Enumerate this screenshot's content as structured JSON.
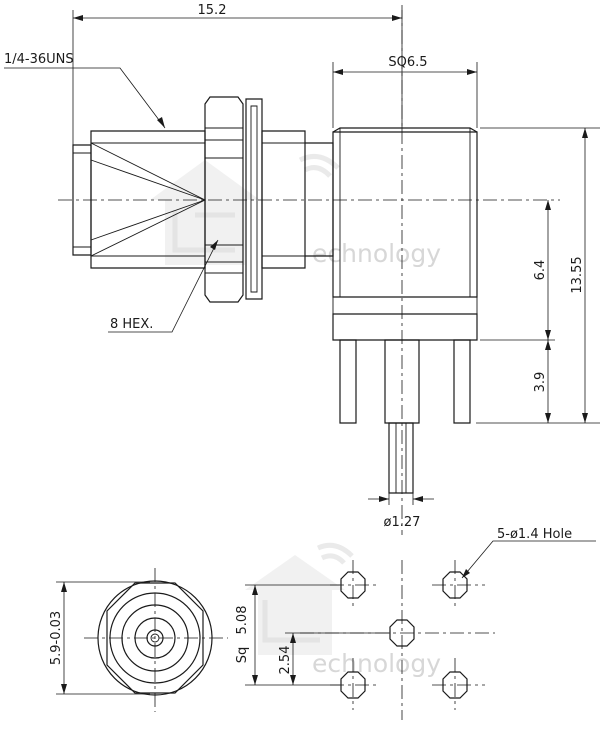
{
  "dimensions": {
    "overall_length": "15.2",
    "thread": "1/4-36UNS",
    "body_square": "SQ6.5",
    "total_height": "13.55",
    "center_height": "6.4",
    "pin_length": "3.9",
    "pin_diameter": "ø1.27",
    "hex": "8 HEX.",
    "flange": "5.9-0.03",
    "pcb_square": "5.08",
    "pcb_square_prefix": "Sq",
    "pcb_pitch": "2.54",
    "holes": "5-ø1.4 Hole"
  },
  "watermark": {
    "brand_text": "echnology"
  }
}
